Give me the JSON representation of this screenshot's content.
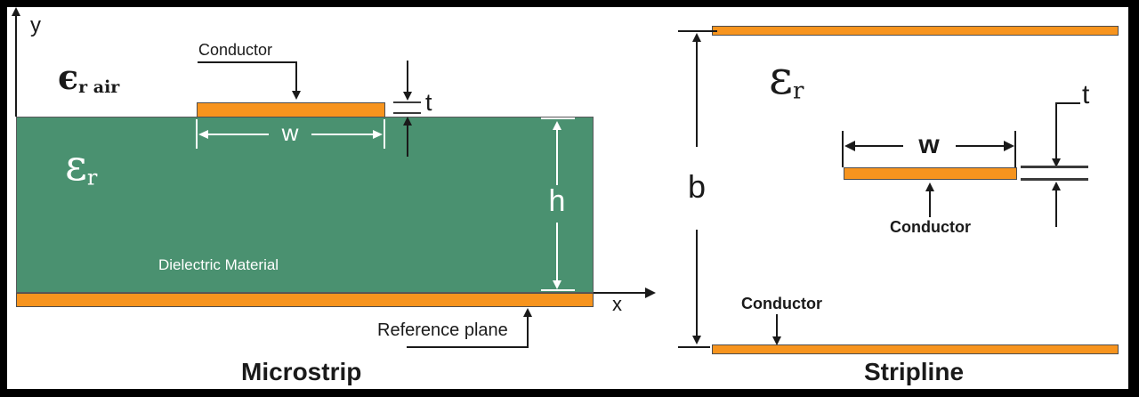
{
  "colors": {
    "dielectric_green": "#4a9170",
    "conductor_orange": "#f7941e",
    "outline_gray": "#58595b",
    "frame": "#000000"
  },
  "microstrip": {
    "title": "Microstrip",
    "y_axis_label": "y",
    "x_axis_label": "x",
    "epsilon_air": {
      "symbol": "ϵ",
      "subscript": "r air"
    },
    "conductor_label": "Conductor",
    "width_label": "w",
    "thickness_label": "t",
    "height_label": "h",
    "epsilon_r": {
      "symbol": "ε",
      "subscript": "r"
    },
    "dielectric_label": "Dielectric Material",
    "reference_plane_label": "Reference plane"
  },
  "stripline": {
    "title": "Stripline",
    "epsilon_r": {
      "symbol": "ε",
      "subscript": "r"
    },
    "spacing_label": "b",
    "width_label": "w",
    "thickness_label": "t",
    "center_conductor_label": "Conductor",
    "bottom_conductor_label": "Conductor"
  }
}
